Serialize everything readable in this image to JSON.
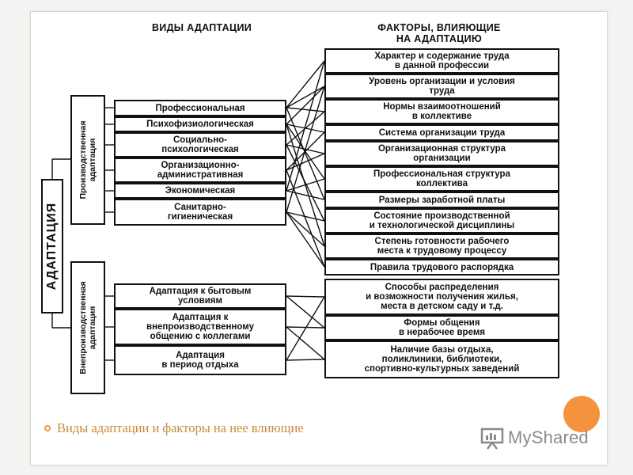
{
  "diagram": {
    "header_types": "ВИДЫ АДАПТАЦИИ",
    "header_factors": "ФАКТОРЫ, ВЛИЯЮЩИЕ\nНА АДАПТАЦИЮ",
    "root": "АДАПТАЦИЯ",
    "group_production": "Производственная\nадаптация",
    "group_nonproduction": "Внепроизводственная\nадаптация",
    "production_types": [
      "Профессиональная",
      "Психофизиологическая",
      "Социально-\nпсихологическая",
      "Организационно-\nадминистративная",
      "Экономическая",
      "Санитарно-\nгигиеническая"
    ],
    "nonproduction_types": [
      "Адаптация к бытовым\nусловиям",
      "Адаптация к\nвнепроизводственному\nобщению с коллегами",
      "Адаптация\nв период отдыха"
    ],
    "production_factors": [
      "Характер и содержание труда\nв данной профессии",
      "Уровень организации и условия\nтруда",
      "Нормы взаимоотношений\nв коллективе",
      "Система организации труда",
      "Организационная структура\nорганизации",
      "Профессиональная структура\nколлектива",
      "Размеры заработной платы",
      "Состояние производственной\nи технологической дисциплины",
      "Степень готовности рабочего\nместа к трудовому процессу",
      "Правила трудового распорядка"
    ],
    "nonproduction_factors": [
      "Способы распределения\nи возможности получения жилья,\nместа в детском саду и т.д.",
      "Формы общения\nв нерабочее время",
      "Наличие базы отдыха,\nполиклиники, библиотеки,\nспортивно-культурных заведений"
    ]
  },
  "caption": "Виды адаптации и факторы на нее влиющие",
  "logo": {
    "text": "MyShared",
    "icon": "presentation-board-icon"
  },
  "colors": {
    "accent": "#f5923e",
    "caption": "#c98a3b",
    "ink": "#111111"
  }
}
